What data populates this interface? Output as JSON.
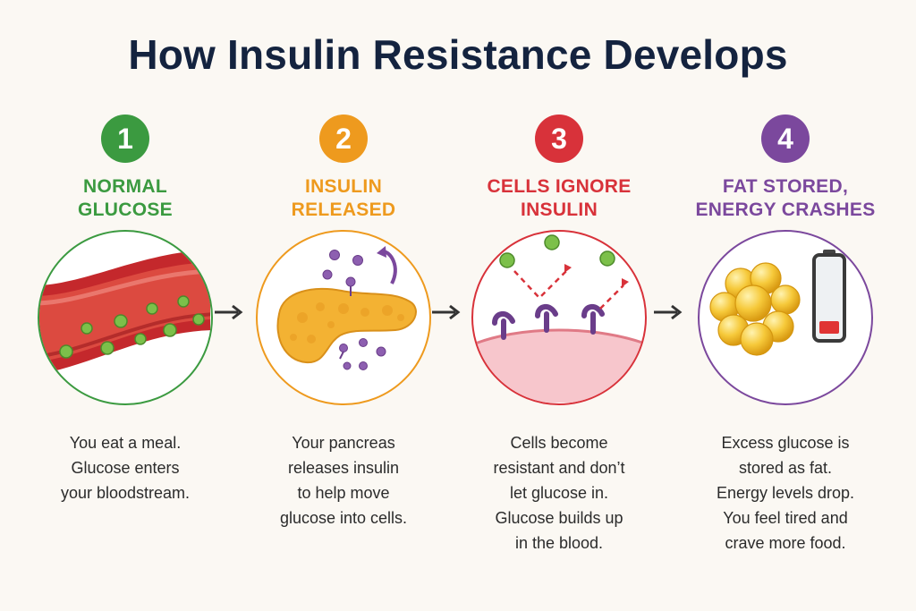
{
  "title": "How Insulin Resistance Develops",
  "colors": {
    "step1": "#3b9a40",
    "step2": "#ee9a1e",
    "step3": "#d8323a",
    "step4": "#7b489d",
    "title": "#14233f"
  },
  "steps": [
    {
      "number": "1",
      "heading_lines": [
        "NORMAL",
        "GLUCOSE"
      ],
      "description_lines": [
        "You eat a meal.",
        "Glucose enters",
        "your bloodstream."
      ],
      "icon": "blood-vessel-icon"
    },
    {
      "number": "2",
      "heading_lines": [
        "INSULIN",
        "RELEASED"
      ],
      "description_lines": [
        "Your pancreas",
        "releases insulin",
        "to help move",
        "glucose into cells."
      ],
      "icon": "pancreas-icon"
    },
    {
      "number": "3",
      "heading_lines": [
        "CELLS IGNORE",
        "INSULIN"
      ],
      "description_lines": [
        "Cells become",
        "resistant and don’t",
        "let glucose in.",
        "Glucose builds up",
        "in the blood."
      ],
      "icon": "cell-receptor-icon"
    },
    {
      "number": "4",
      "heading_lines": [
        "FAT STORED,",
        "ENERGY CRASHES"
      ],
      "description_lines": [
        "Excess glucose is",
        "stored as fat.",
        "Energy levels drop.",
        "You feel tired and",
        "crave more food."
      ],
      "icon": "fat-and-battery-icon"
    }
  ]
}
